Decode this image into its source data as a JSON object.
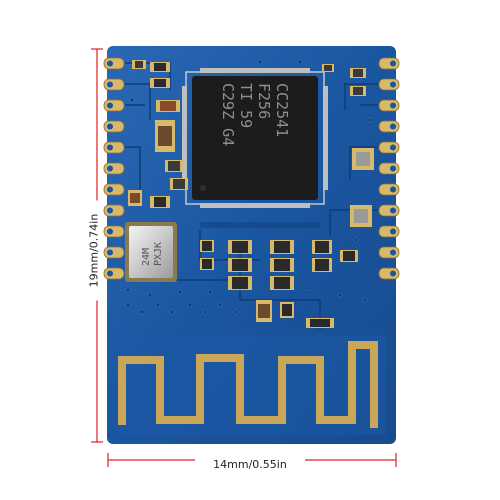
{
  "photo": {
    "subject": "bluetooth-module-board",
    "chip_lines": [
      "CC2541",
      "F256",
      "TI 59",
      "C29Z G4"
    ],
    "crystal_lines": [
      "24M",
      "PXJK"
    ],
    "height_label": "19mm/0.74in",
    "width_label": "14mm/0.55in",
    "colors": {
      "pcb_blue": "#1a56a0",
      "pcb_dark": "#0f3f7a",
      "copper": "#c9a65a",
      "chip_black": "#1c1c1c",
      "dimension_red": "#e02020"
    }
  }
}
